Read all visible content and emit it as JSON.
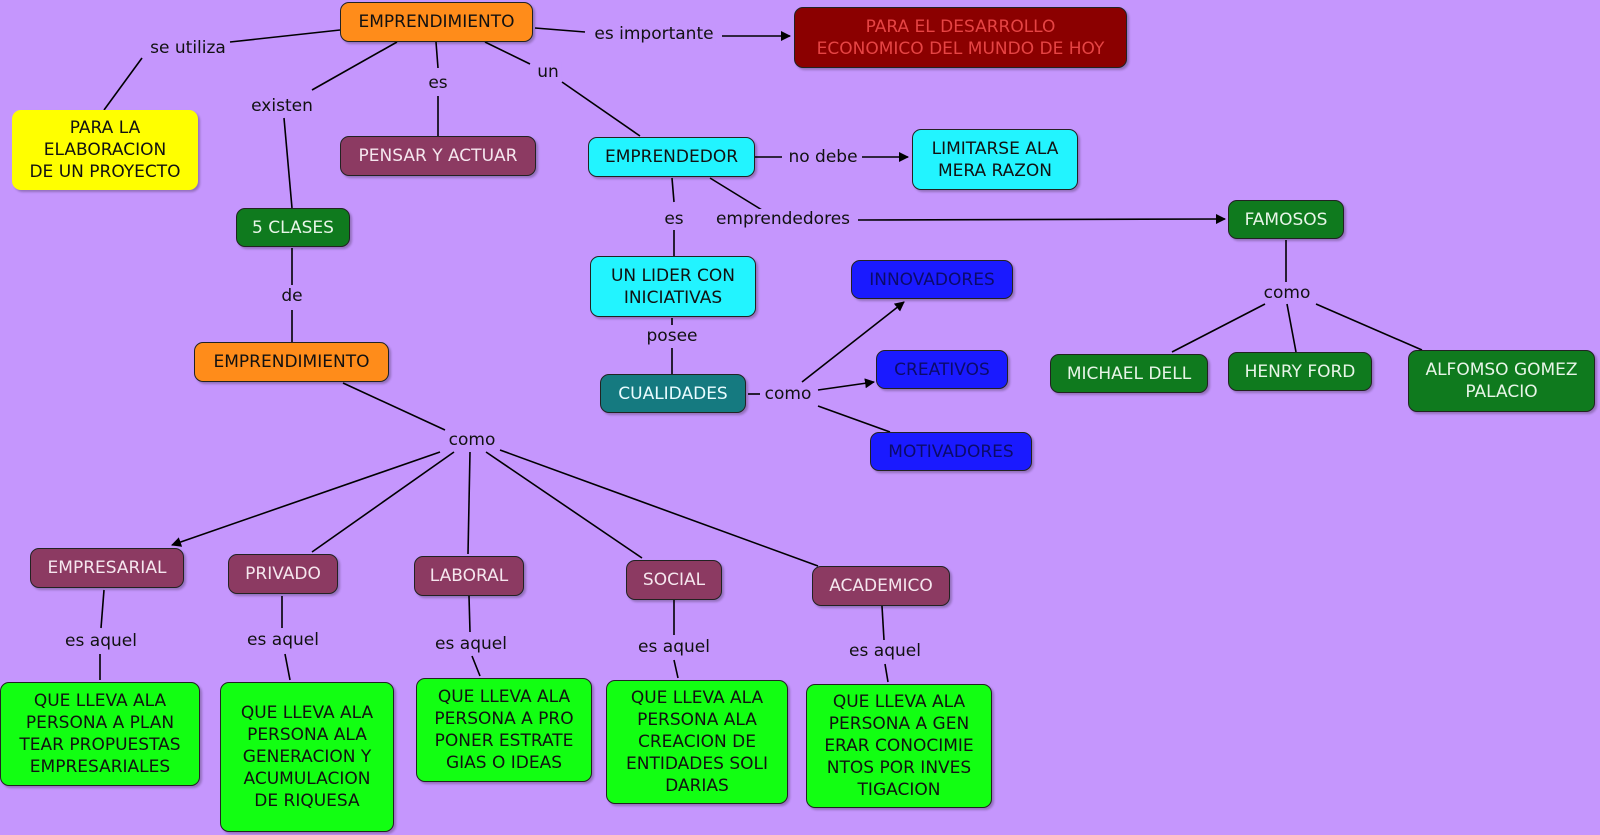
{
  "nodes": {
    "emprendimiento_top": "EMPRENDIMIENTO",
    "desarrollo": "PARA EL DESARROLLO\nECONOMICO DEL MUNDO DE HOY",
    "elaboracion": "PARA LA\nELABORACION\nDE UN PROYECTO",
    "pensar_actuar": "PENSAR Y ACTUAR",
    "emprendedor": "EMPRENDEDOR",
    "limitarse": "LIMITARSE ALA\nMERA RAZON",
    "famosos": "FAMOSOS",
    "cinco_clases": "5 CLASES",
    "lider": "UN LIDER CON\nINICIATIVAS",
    "innovadores": "INNOVADORES",
    "creativos": "CREATIVOS",
    "motivadores": "MOTIVADORES",
    "cualidades": "CUALIDADES",
    "michael_dell": "MICHAEL DELL",
    "henry_ford": "HENRY FORD",
    "alfomso": "ALFOMSO GOMEZ\nPALACIO",
    "emprendimiento_mid": "EMPRENDIMIENTO",
    "empresarial": "EMPRESARIAL",
    "privado": "PRIVADO",
    "laboral": "LABORAL",
    "social": "SOCIAL",
    "academico": "ACADEMICO",
    "desc_empresarial": "QUE LLEVA ALA\nPERSONA A PLAN\nTEAR PROPUESTAS\nEMPRESARIALES",
    "desc_privado": "QUE LLEVA ALA\nPERSONA ALA\nGENERACION Y\nACUMULACION\nDE RIQUESA",
    "desc_laboral": "QUE LLEVA ALA\nPERSONA A PRO\nPONER ESTRATE\nGIAS O IDEAS",
    "desc_social": "QUE LLEVA ALA\nPERSONA ALA\nCREACION DE\nENTIDADES SOLI\nDARIAS",
    "desc_academico": "QUE LLEVA ALA\nPERSONA A GEN\nERAR CONOCIMIE\nNTOS POR INVES\nTIGACION"
  },
  "labels": {
    "se_utiliza": "se utiliza",
    "es_importante": "es importante",
    "existen": "existen",
    "es1": "es",
    "un": "un",
    "no_debe": "no debe",
    "es2": "es",
    "emprendedores": "emprendedores",
    "de": "de",
    "posee": "posee",
    "como_cualidades": "como",
    "como_famosos": "como",
    "como_clases": "como",
    "es_aquel_1": "es aquel",
    "es_aquel_2": "es aquel",
    "es_aquel_3": "es aquel",
    "es_aquel_4": "es aquel",
    "es_aquel_5": "es aquel"
  }
}
